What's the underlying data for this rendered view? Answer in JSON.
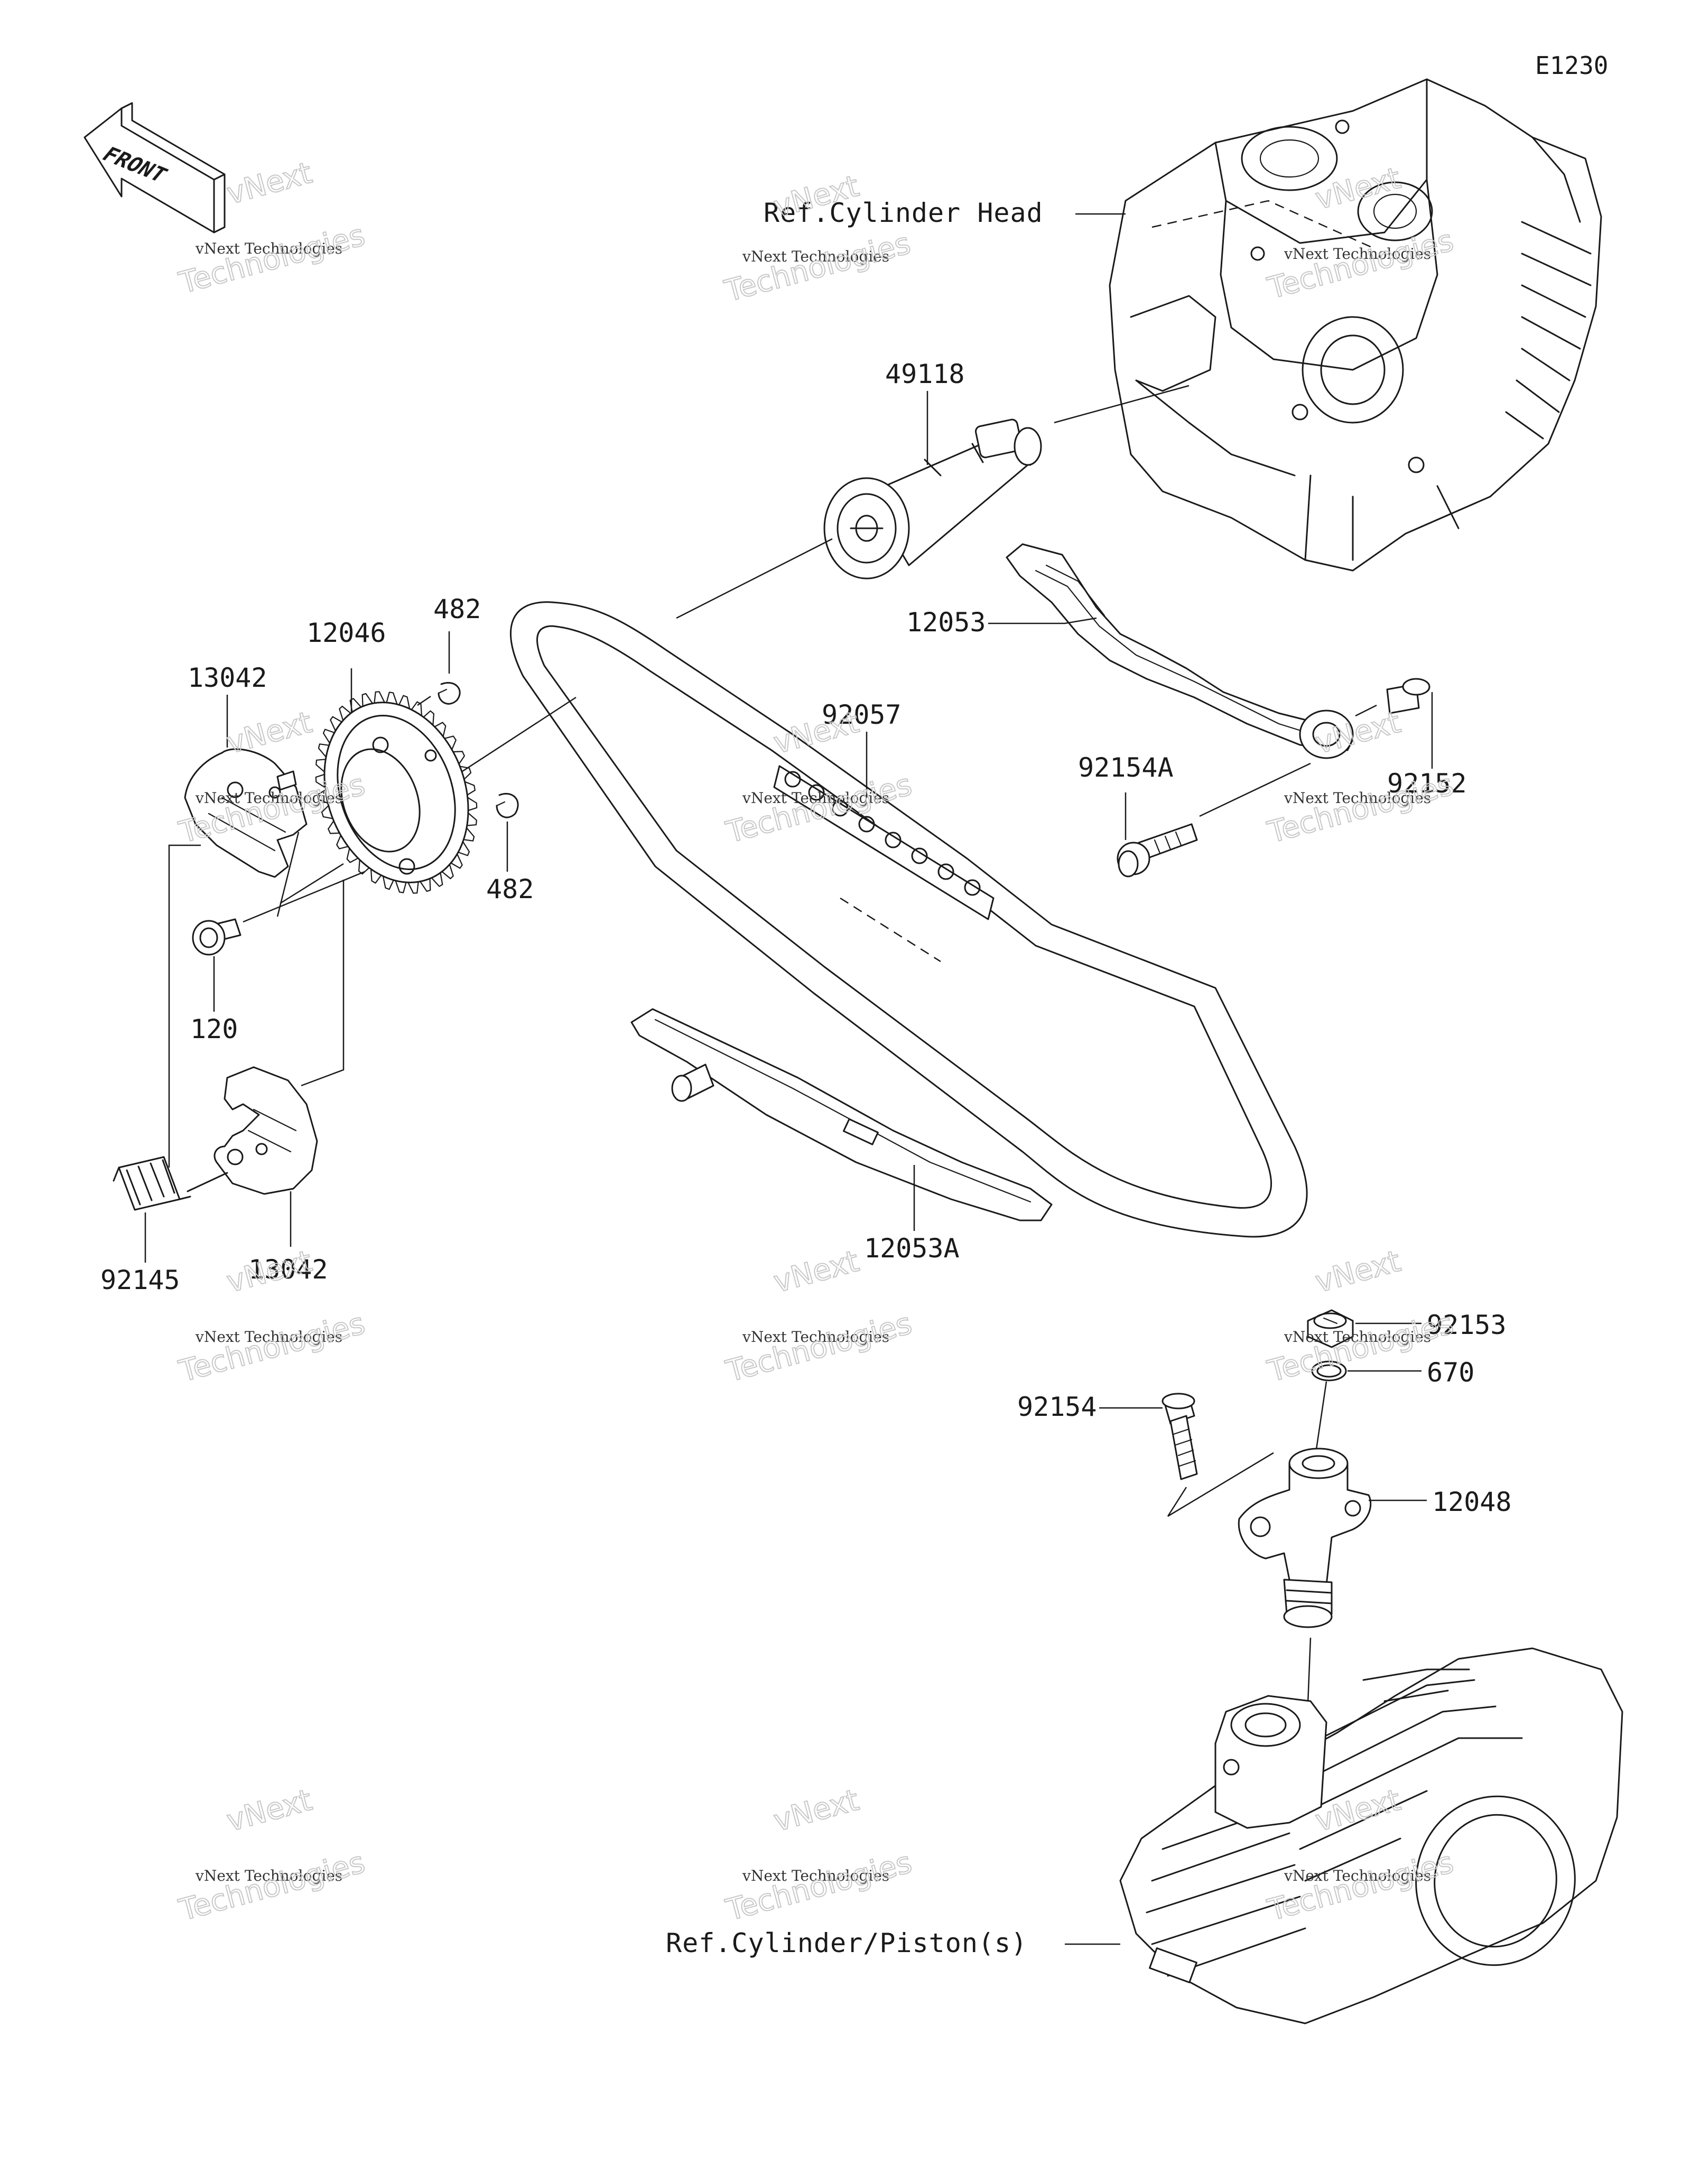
{
  "diagram_id": "E1230",
  "front_label": "FRONT",
  "references": {
    "cylinder_head": "Ref.Cylinder Head",
    "cylinder_piston": "Ref.Cylinder/Piston(s)"
  },
  "parts": {
    "camshaft": "49118",
    "chain_guide_upper": "12053",
    "chain_guide_lower": "12053A",
    "timing_chain": "92057",
    "cam_sprocket": "12046",
    "circlip_top": "482",
    "circlip_bottom": "482",
    "weight_top": "13042",
    "weight_bottom": "13042",
    "bolt_120": "120",
    "spring": "92145",
    "bolt_guide": "92154A",
    "collar": "92152",
    "tensioner_bolt": "92153",
    "o_ring": "670",
    "tensioner_mount_bolt": "92154",
    "tensioner": "12048"
  },
  "watermark": {
    "line1": "vNext",
    "line2": "vNext Technologies",
    "line3": "Technologies"
  },
  "colors": {
    "line": "#1a1a1a",
    "background": "#ffffff",
    "watermark": "#c8c8c8"
  }
}
